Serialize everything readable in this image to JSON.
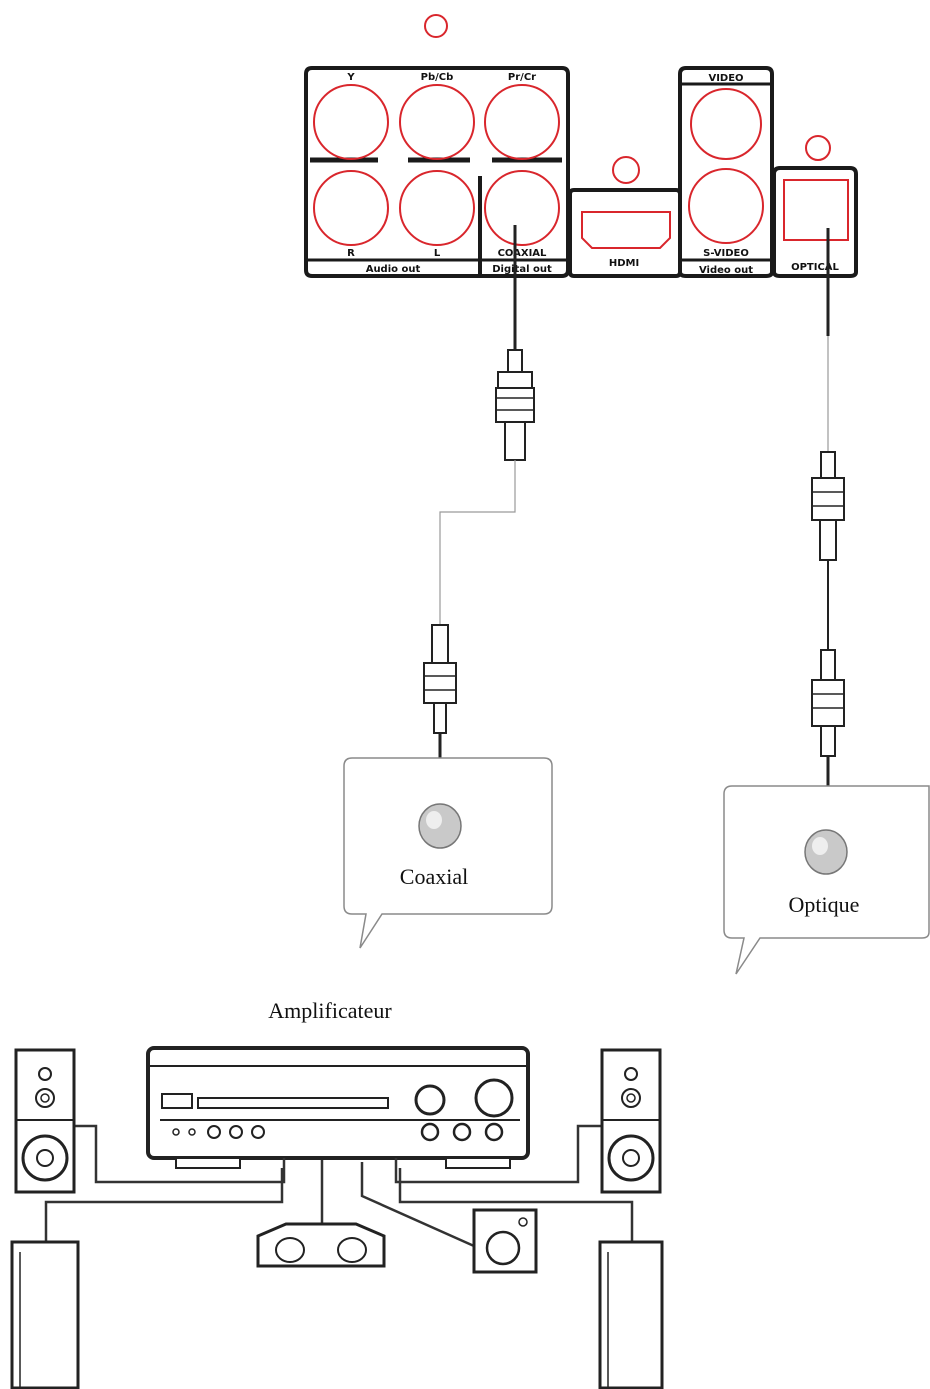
{
  "panel_left": {
    "jack_labels_top": [
      "Y",
      "Pb/Cb",
      "Pr/Cr"
    ],
    "jack_labels_bottom": [
      "R",
      "L",
      "COAXIAL"
    ],
    "section_audio": "Audio out",
    "section_digital": "Digital out"
  },
  "panel_hdmi": {
    "label": "HDMI"
  },
  "panel_video": {
    "label_video": "VIDEO",
    "label_svideo": "S-VIDEO",
    "section_video": "Video out"
  },
  "panel_optical": {
    "label": "OPTICAL"
  },
  "callouts": {
    "coaxial": "Coaxial",
    "optique": "Optique"
  },
  "amplifier": {
    "label": "Amplificateur"
  },
  "colors": {
    "jack_ring": "#d9262c",
    "panel_stroke": "#1a1a1a",
    "cable": "#222222"
  }
}
